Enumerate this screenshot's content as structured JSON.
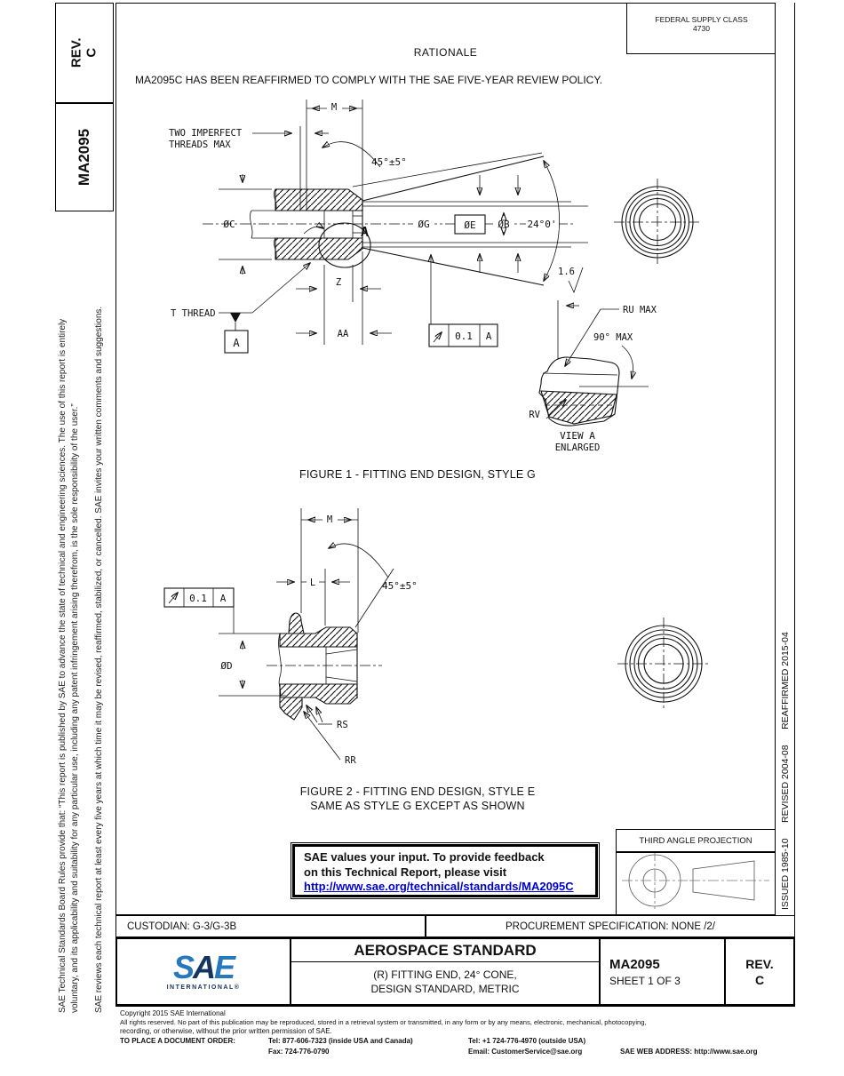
{
  "page": {
    "rev_label": "REV.",
    "rev_value": "C",
    "doc_number_side": "MA2095",
    "federal_supply_class": {
      "line1": "FEDERAL SUPPLY CLASS",
      "line2": "4730"
    },
    "rationale_title": "RATIONALE",
    "rationale_text": "MA2095C HAS BEEN REAFFIRMED TO COMPLY WITH THE SAE FIVE-YEAR REVIEW POLICY.",
    "left_sidebar": {
      "para1_line1": "SAE Technical Standards Board Rules provide that: “This report is published by SAE to advance the state of technical and engineering sciences. The use of this report is entirely",
      "para1_line2": "voluntary, and its applicability and suitability for any particular use, including any patent infringement arising therefrom, is the sole responsibility of the user.”",
      "para2": "SAE reviews each technical report at least every five years at which time it may be revised, reaffirmed, stabilized, or cancelled. SAE invites your written comments and suggestions."
    },
    "right_sidebar": "ISSUED 1985-10      REVISED 2004-08      REAFFIRMED 2015-04"
  },
  "figure1": {
    "caption": "FIGURE 1 - FITTING END DESIGN, STYLE G",
    "labels": {
      "m": "M",
      "two_imperfect_1": "TWO IMPERFECT",
      "two_imperfect_2": "THREADS MAX",
      "angle45": "45°±5°",
      "dia_c": "ØC",
      "dia_g": "ØG",
      "dia_e": "ØE",
      "dia_b": "ØB",
      "cone_angle": "24°0'",
      "roughness": "1.6",
      "z": "Z",
      "aa": "AA",
      "t_thread": "T THREAD",
      "datum_a": "A",
      "detail_a": "A",
      "fcf_tol": "0.1",
      "fcf_datum": "A",
      "ru_max": "RU MAX",
      "angle90": "90° MAX",
      "rv": "RV",
      "view_a": "VIEW A",
      "enlarged": "ENLARGED"
    }
  },
  "figure2": {
    "caption_line1": "FIGURE 2 - FITTING END DESIGN, STYLE E",
    "caption_line2": "SAME AS STYLE G EXCEPT AS SHOWN",
    "labels": {
      "m": "M",
      "l": "L",
      "angle45": "45°±5°",
      "dia_d": "ØD",
      "rs": "RS",
      "rr": "RR",
      "fcf_tol": "0.1",
      "fcf_datum": "A"
    }
  },
  "feedback_box": {
    "line1": "SAE values your input. To provide feedback",
    "line2": "on this Technical Report, please visit",
    "link": "http://www.sae.org/technical/standards/MA2095C"
  },
  "projection_box": {
    "title": "THIRD ANGLE PROJECTION"
  },
  "custodian_row": {
    "custodian": "CUSTODIAN: G-3/G-3B",
    "procurement": "PROCUREMENT SPECIFICATION: NONE /2/"
  },
  "title_block": {
    "logo_s": "S",
    "logo_a": "A",
    "logo_e": "E",
    "logo_sub": "INTERNATIONAL®",
    "title": "AEROSPACE STANDARD",
    "subtitle_line1": "(R) FITTING END, 24° CONE,",
    "subtitle_line2": "DESIGN STANDARD, METRIC",
    "doc_number": "MA2095",
    "sheet": "SHEET 1 OF 3",
    "rev_label": "REV.",
    "rev_value": "C"
  },
  "footer": {
    "copyright": "Copyright 2015 SAE International",
    "rights_line1": "All rights reserved. No part of this publication may be reproduced, stored in a retrieval system or transmitted, in any form or by any means, electronic, mechanical, photocopying,",
    "rights_line2": "recording, or otherwise, without the prior written permission of SAE.",
    "order_label": "TO PLACE A DOCUMENT ORDER:",
    "tel_inside": "Tel: 877-606-7323 (inside USA and Canada)",
    "tel_outside": "Tel: +1 724-776-4970 (outside USA)",
    "fax": "Fax: 724-776-0790",
    "email": "Email: CustomerService@sae.org",
    "web": "SAE WEB ADDRESS: http://www.sae.org"
  },
  "colors": {
    "link_blue": "#0000d4",
    "logo_blue": "#2878bd",
    "logo_navy": "#14355e"
  }
}
